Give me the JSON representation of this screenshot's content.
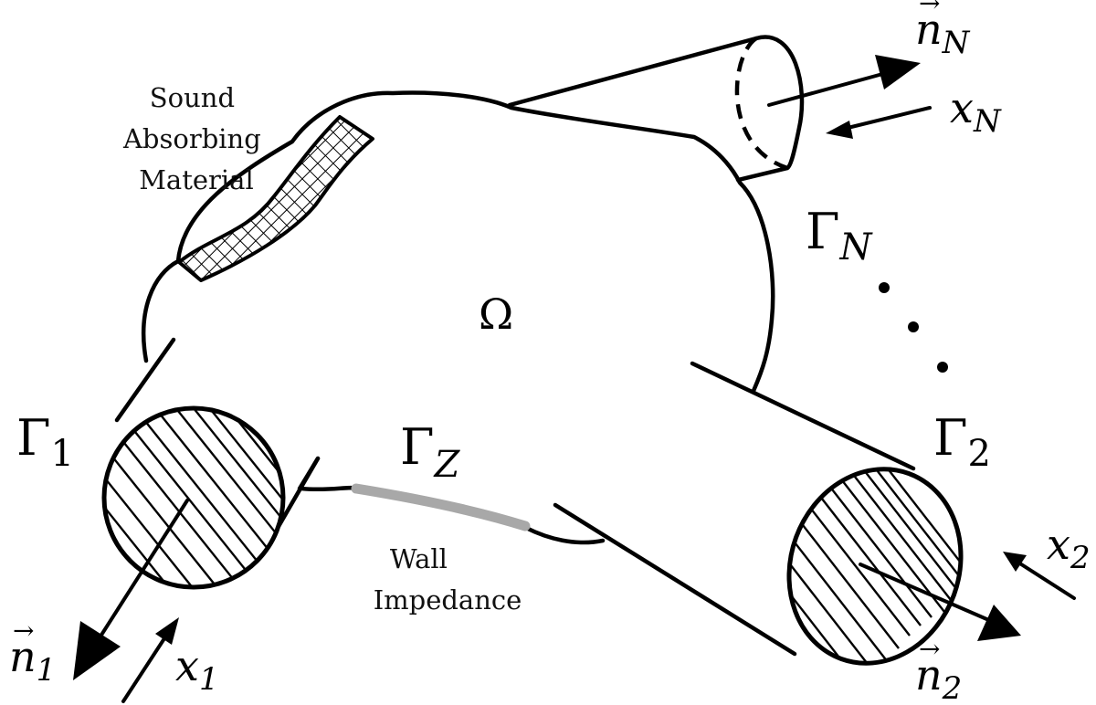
{
  "figure": {
    "domain_label": "Ω",
    "boundary_labels": {
      "gamma_1": {
        "main": "Γ",
        "sub": "1"
      },
      "gamma_2": {
        "main": "Γ",
        "sub": "2"
      },
      "gamma_n": {
        "main": "Γ",
        "sub": "N"
      },
      "gamma_z": {
        "main": "Γ",
        "sub": "Z"
      }
    },
    "vectors": {
      "n_1": {
        "main": "n",
        "sub": "1"
      },
      "n_2": {
        "main": "n",
        "sub": "2"
      },
      "n_n": {
        "main": "n",
        "sub": "N"
      },
      "x_1": {
        "main": "x",
        "sub": "1"
      },
      "x_2": {
        "main": "x",
        "sub": "2"
      },
      "x_n": {
        "main": "x",
        "sub": "N"
      }
    },
    "vector_accent": "⃗",
    "annotations": {
      "absorbing_material": [
        "Sound",
        "Absorbing",
        "Material"
      ],
      "wall_impedance": [
        "Wall",
        "Impedance"
      ]
    },
    "colors": {
      "stroke": "#000000",
      "impedance_wall": "#a8a8a8",
      "background": "#ffffff"
    }
  }
}
